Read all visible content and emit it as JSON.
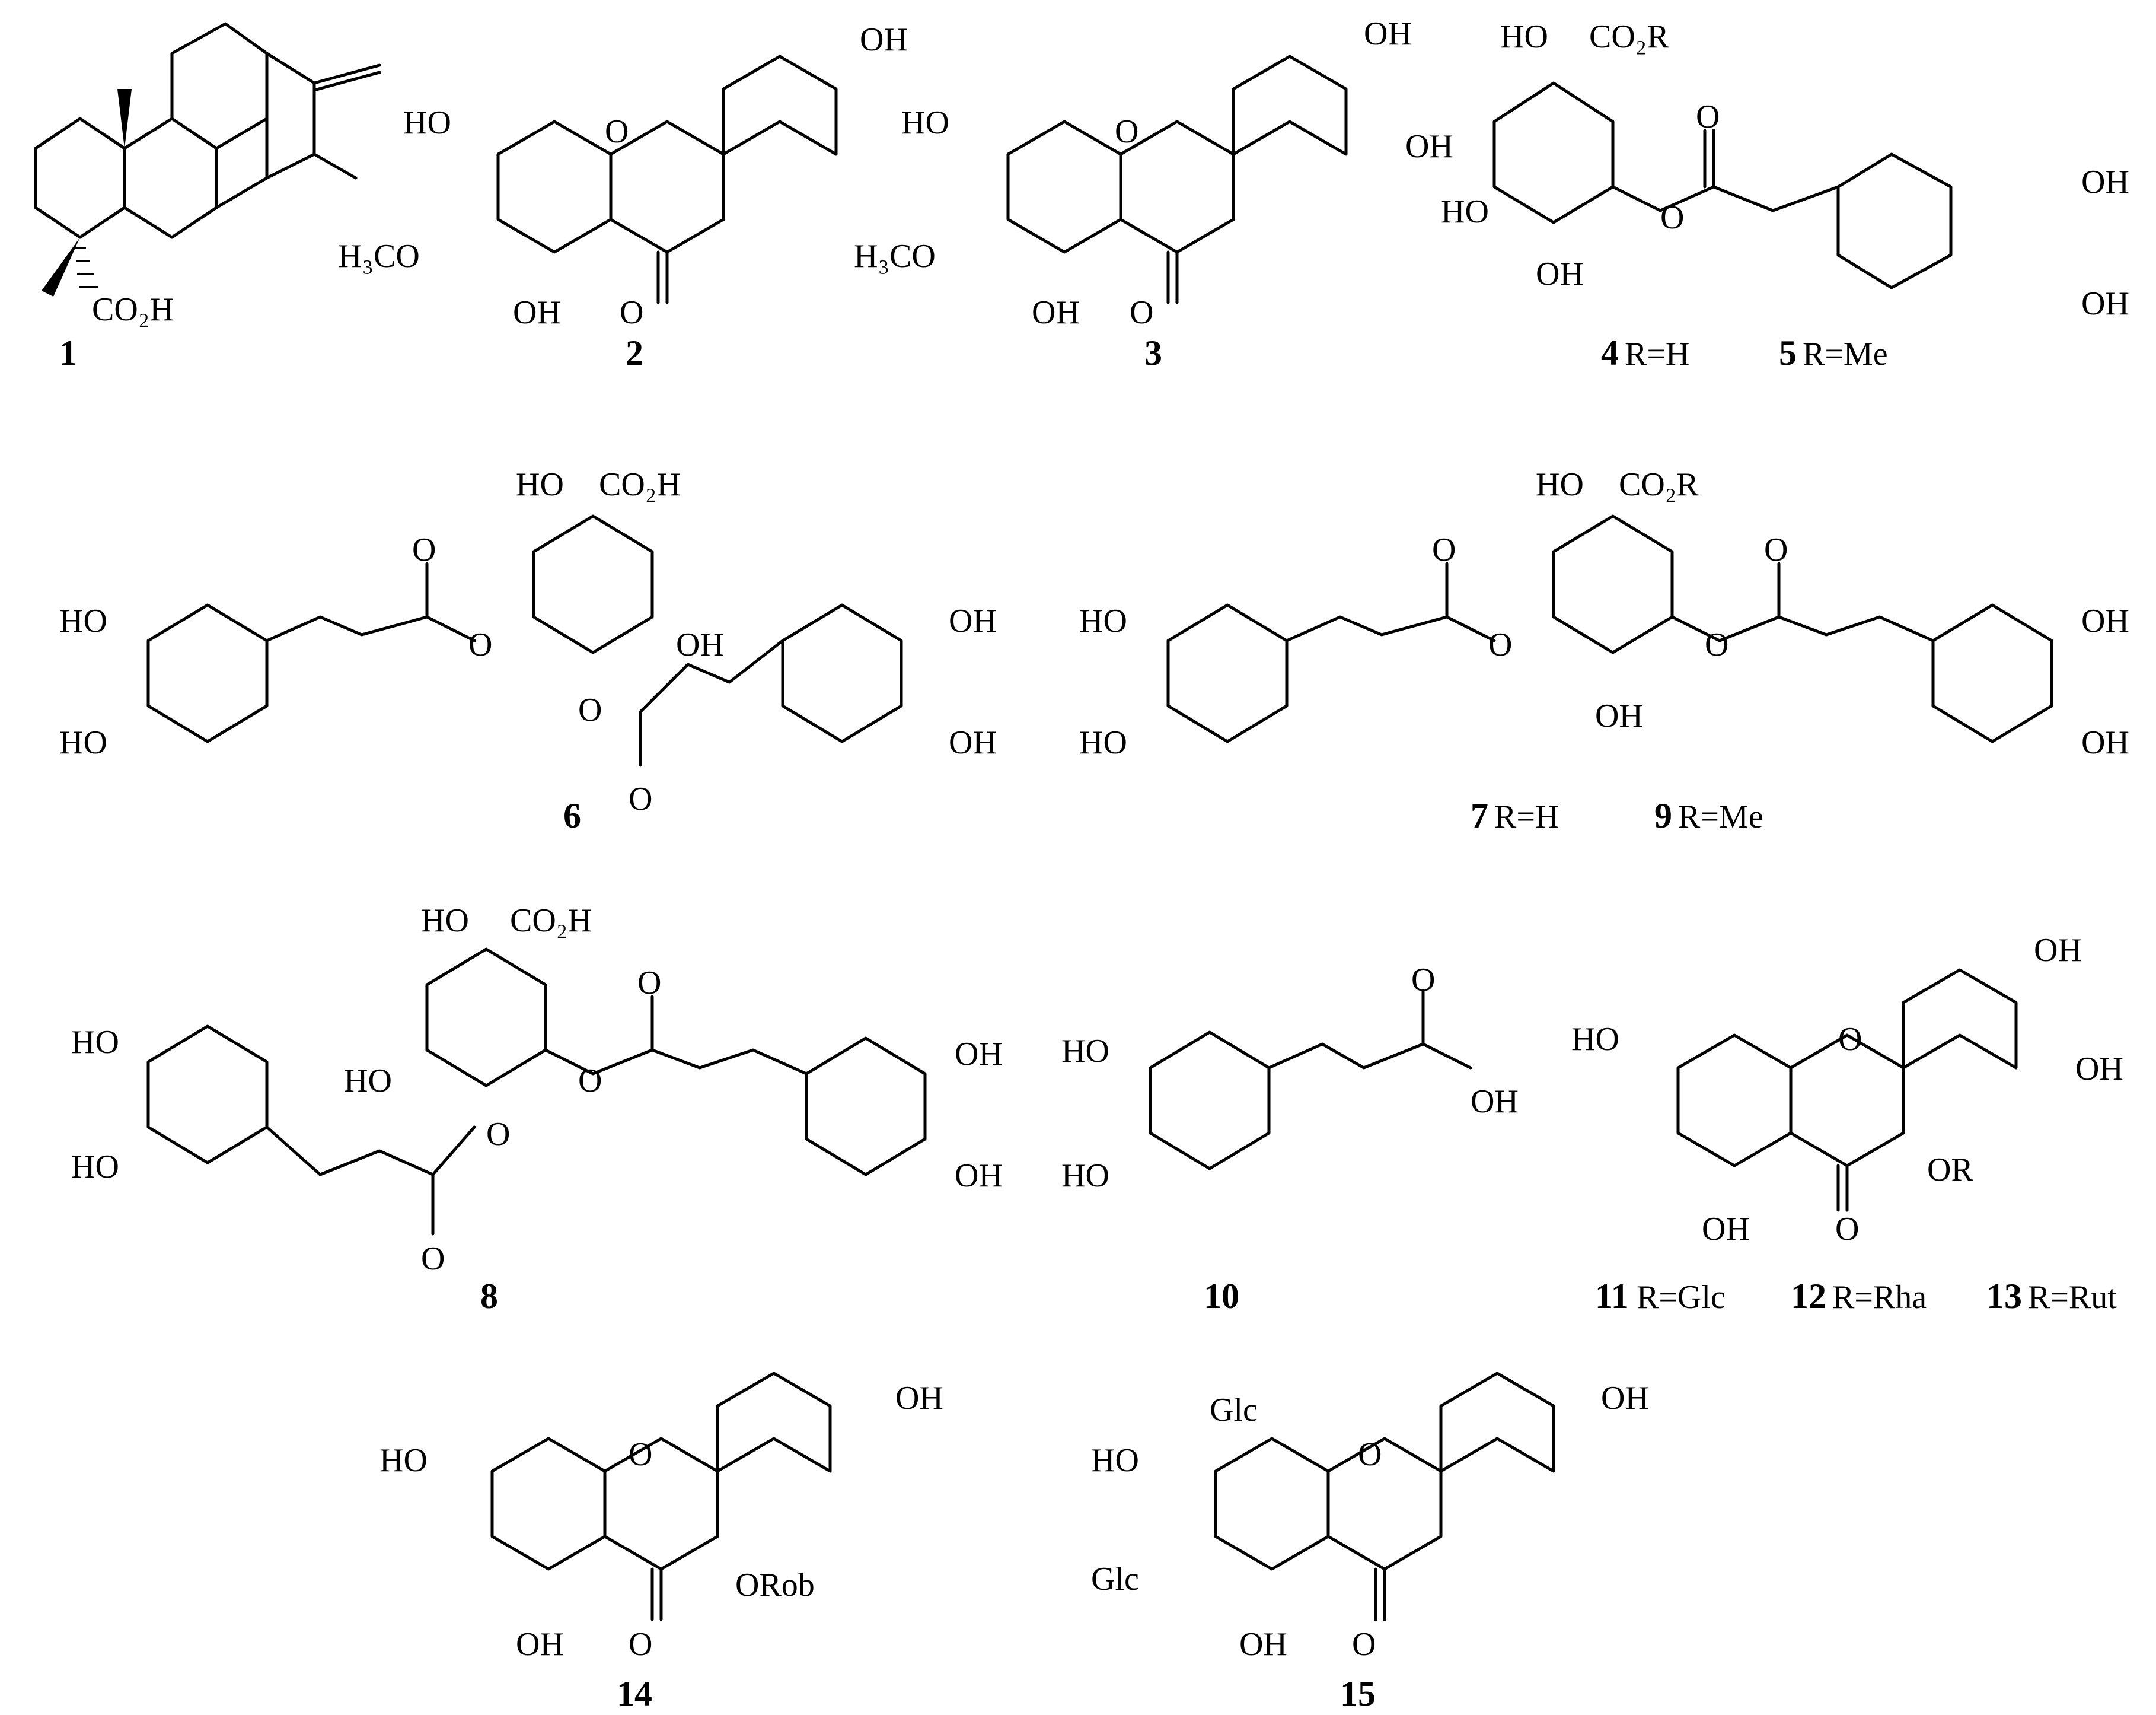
{
  "labels": {
    "oh": "OH",
    "ho": "HO",
    "o": "O",
    "h3co": "H₃CO",
    "co2h": "CO₂H",
    "co2r": "CO₂R",
    "or": "OR",
    "orob": "ORob",
    "glc": "Glc"
  },
  "compounds": [
    {
      "id": "1"
    },
    {
      "id": "2"
    },
    {
      "id": "3"
    },
    {
      "id": "4",
      "r": "R=H"
    },
    {
      "id": "5",
      "r": "R=Me"
    },
    {
      "id": "6"
    },
    {
      "id": "7",
      "r": "R=H"
    },
    {
      "id": "9",
      "r": "R=Me"
    },
    {
      "id": "8"
    },
    {
      "id": "10"
    },
    {
      "id": "11",
      "r": "R=Glc"
    },
    {
      "id": "12",
      "r": "R=Rha"
    },
    {
      "id": "13",
      "r": "R=Rut"
    },
    {
      "id": "14"
    },
    {
      "id": "15"
    }
  ]
}
